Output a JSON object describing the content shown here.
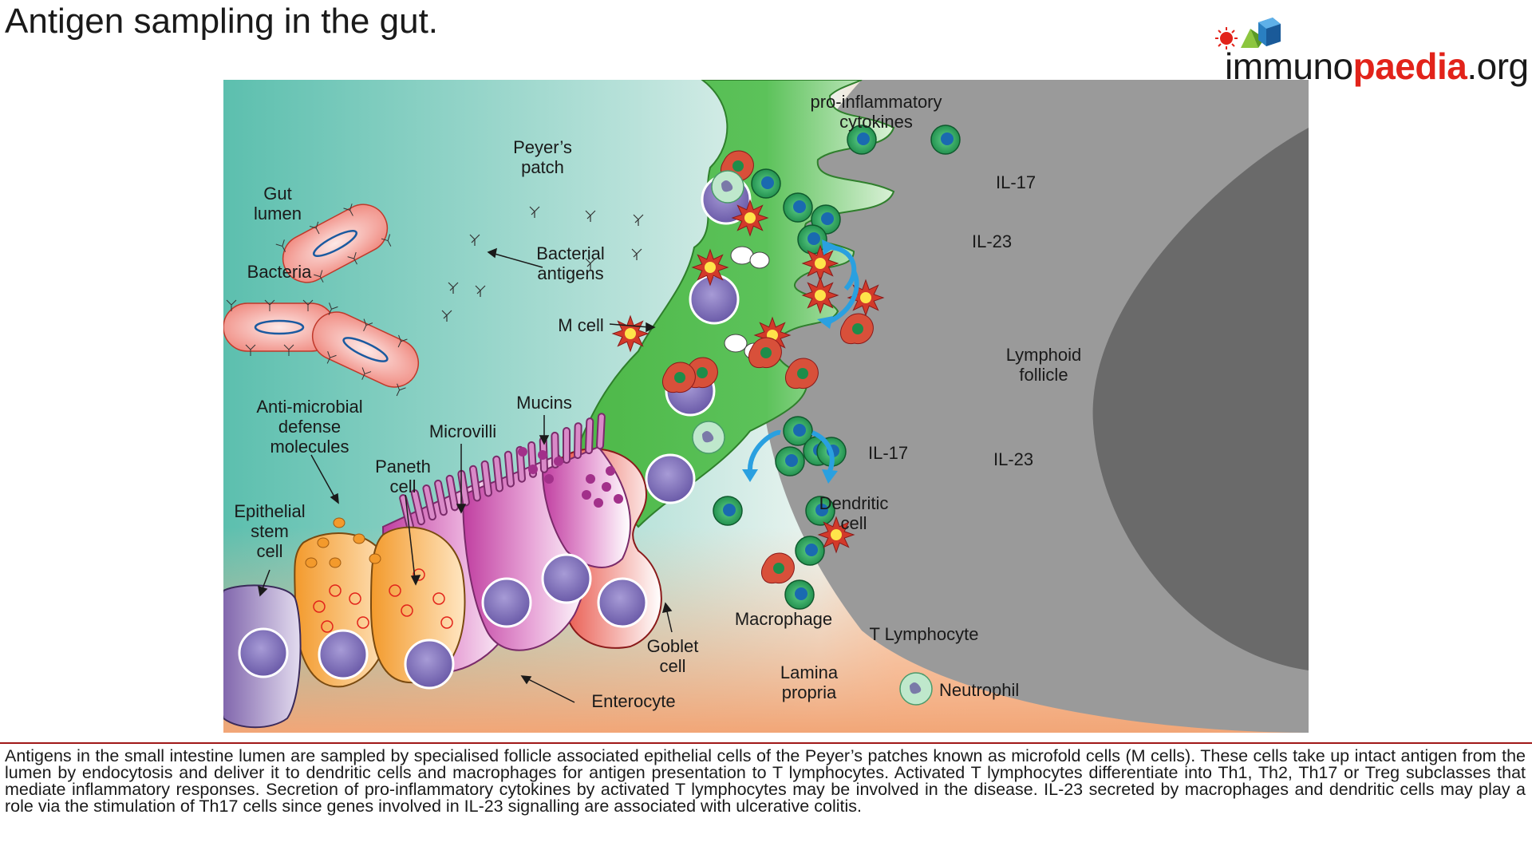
{
  "title": "Antigen sampling in the gut.",
  "logo": {
    "part1": "immuno",
    "part2": "paedia",
    "part3": ".org"
  },
  "labels": {
    "gut_lumen": [
      "Gut",
      "lumen"
    ],
    "bacteria": "Bacteria",
    "bacterial_antigens": [
      "Bacterial",
      "antigens"
    ],
    "peyers_patch": [
      "Peyer’s",
      "patch"
    ],
    "m_cell": "M cell",
    "mucins": "Mucins",
    "microvilli": "Microvilli",
    "anti_microbial": [
      "Anti-microbial",
      "defense",
      "molecules"
    ],
    "paneth_cell": [
      "Paneth",
      "cell"
    ],
    "epithelial_stem_cell": [
      "Epithelial",
      "stem",
      "cell"
    ],
    "goblet_cell": [
      "Goblet",
      "cell"
    ],
    "enterocyte": "Enterocyte",
    "pro_inflammatory": [
      "pro-inflammatory",
      "cytokines"
    ],
    "il17_top": "IL-17",
    "il23_top": "IL-23",
    "il17_bottom": "IL-17",
    "il23_bottom": "IL-23",
    "lymphoid_follicle": [
      "Lymphoid",
      "follicle"
    ],
    "dendritic_cell": [
      "Dendritic",
      "cell"
    ],
    "macrophage": "Macrophage",
    "t_lymphocyte": "T Lymphocyte",
    "lamina_propria": [
      "Lamina",
      "propria"
    ],
    "neutrophil": "Neutrophil"
  },
  "caption": "Antigens in the small intestine lumen are sampled by specialised follicle associated epithelial cells of the Peyer’s patches known as microfold cells (M cells). These cells take up intact antigen from the lumen by endocytosis and deliver it to dendritic cells and macrophages for antigen presentation to T lymphocytes. Activated T lymphocytes differentiate into Th1, Th2, Th17 or Treg subclasses that mediate inflammatory responses. Secretion of pro-inflammatory cytokines by activated T lymphocytes may be involved in the disease. IL-23 secreted by macrophages and dendritic cells may play a role via the stimulation of Th17 cells since genes involved in IL-23 signalling are associated with ulcerative colitis.",
  "colors": {
    "lumen": "#5cbfae",
    "lamina": "#f8c9a6",
    "follicle_outer": "#9a9a9a",
    "follicle_inner": "#6a6a6a",
    "brand_red": "#e2231a"
  }
}
